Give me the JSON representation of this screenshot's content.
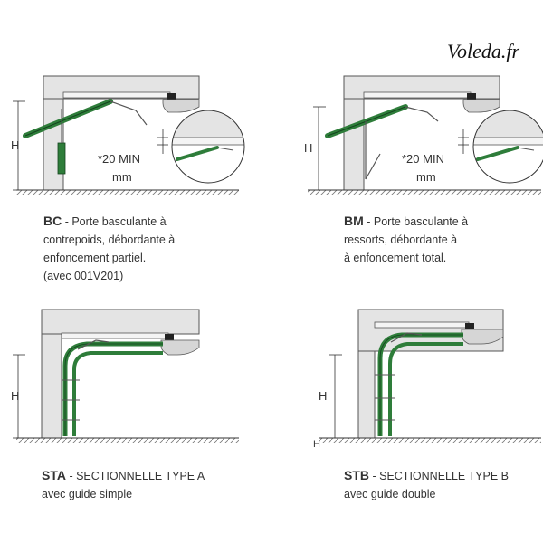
{
  "brand": "Voleda.fr",
  "labels": {
    "height": "H",
    "min_gap": "*20 MIN",
    "unit": "mm"
  },
  "panels": [
    {
      "code": "BC",
      "lines": [
        " - Porte basculante à",
        "contrepoids, débordante à",
        "enfoncement partiel.",
        "(avec 001V201)"
      ]
    },
    {
      "code": "BM",
      "lines": [
        " - Porte basculante à",
        "ressorts, débordante à",
        "à enfoncement total."
      ]
    },
    {
      "code": "STA",
      "lines": [
        " - SECTIONNELLE TYPE A",
        "avec guide simple"
      ]
    },
    {
      "code": "STB",
      "lines": [
        " - SECTIONNELLE TYPE B",
        "avec guide double"
      ]
    }
  ],
  "colors": {
    "door": "#2e7d3a",
    "line": "#555555",
    "wall": "#e4e4e4",
    "motor": "#d6d6d6"
  }
}
